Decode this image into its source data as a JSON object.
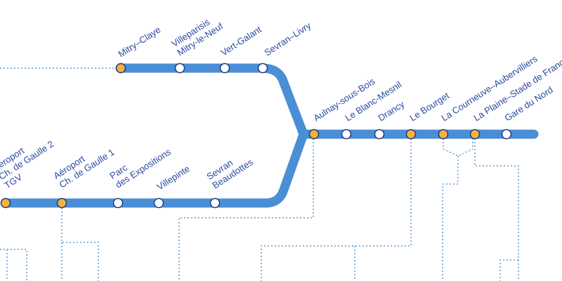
{
  "colors": {
    "line": "#4a8fd6",
    "connector": "#5b9bd5",
    "label": "#2b4aa0",
    "station_interchange": "#f4b13c",
    "station_regular": "#ffffff",
    "station_outline": "#1f3a80",
    "background": "#ffffff"
  },
  "stations": {
    "mitry_claye": {
      "lines": [
        "Mitry–Claye"
      ],
      "kind": "interchange"
    },
    "villeparisis": {
      "lines": [
        "Villeparisis",
        "Mitry-le-Neuf"
      ],
      "kind": "regular"
    },
    "vert_galant": {
      "lines": [
        "Vert-Galant"
      ],
      "kind": "regular"
    },
    "sevran_livry": {
      "lines": [
        "Sevran–Livry"
      ],
      "kind": "regular"
    },
    "aeroport_cdg2": {
      "lines": [
        "Aéroport",
        "Ch. de Gaulle 2",
        "TGV"
      ],
      "kind": "interchange"
    },
    "aeroport_cdg1": {
      "lines": [
        "Aéroport",
        "Ch. de Gaulle 1"
      ],
      "kind": "interchange"
    },
    "parc_expositions": {
      "lines": [
        "Parc",
        "des Expositions"
      ],
      "kind": "regular"
    },
    "villepinte": {
      "lines": [
        "Villepinte"
      ],
      "kind": "regular"
    },
    "sevran_beaudottes": {
      "lines": [
        "Sevran",
        "Beaudottes"
      ],
      "kind": "regular"
    },
    "aulnay": {
      "lines": [
        "Aulnay-sous-Bois"
      ],
      "kind": "interchange"
    },
    "blanc_mesnil": {
      "lines": [
        "Le Blanc-Mesnil"
      ],
      "kind": "regular"
    },
    "drancy": {
      "lines": [
        "Drancy"
      ],
      "kind": "regular"
    },
    "le_bourget": {
      "lines": [
        "Le Bourget"
      ],
      "kind": "interchange"
    },
    "la_courneuve": {
      "lines": [
        "La Courneuve–Aubervilliers"
      ],
      "kind": "interchange"
    },
    "la_plaine": {
      "lines": [
        "La Plaine–Stade de France"
      ],
      "kind": "interchange"
    },
    "gare_du_nord": {
      "lines": [
        "Gare du Nord"
      ],
      "kind": "regular"
    }
  }
}
